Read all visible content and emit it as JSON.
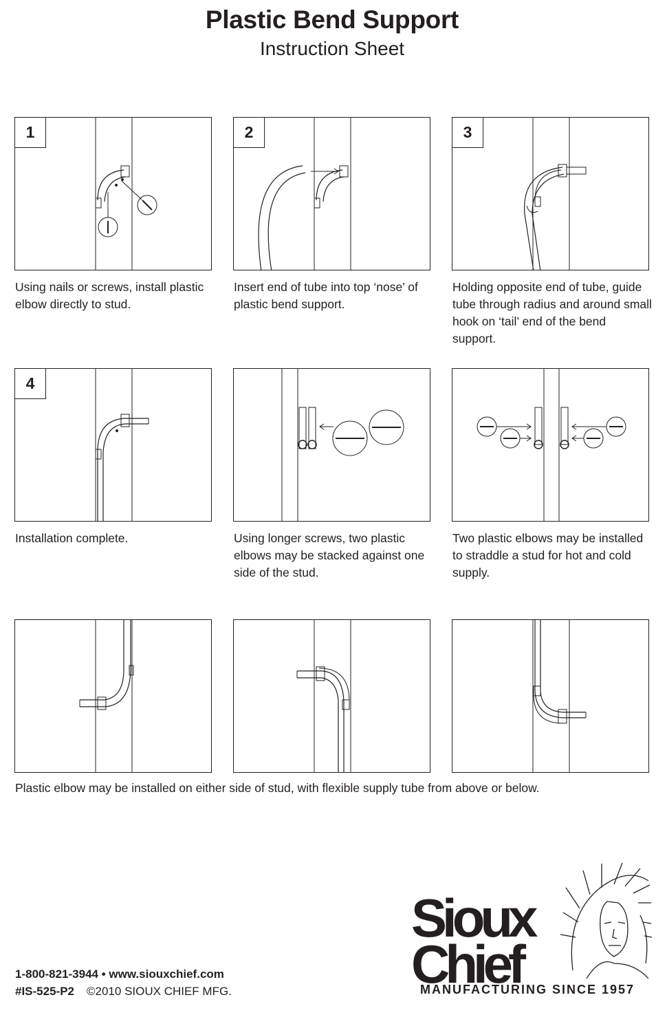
{
  "header": {
    "title": "Plastic Bend Support",
    "subtitle": "Instruction Sheet"
  },
  "steps": [
    {
      "number": "1",
      "caption": "Using nails or screws, install plastic elbow directly to stud."
    },
    {
      "number": "2",
      "caption": "Insert end of tube into top ‘nose’ of plastic bend support."
    },
    {
      "number": "3",
      "caption": "Holding opposite end of tube, guide tube through radius and around small hook on ‘tail’ end of the bend support."
    },
    {
      "number": "4",
      "caption": "Installation complete."
    },
    {
      "number": "",
      "caption": "Using longer screws, two plastic elbows may be stacked against one side of the stud."
    },
    {
      "number": "",
      "caption": "Two plastic elbows may be installed to straddle a stud for hot and cold supply."
    }
  ],
  "bottom_caption": "Plastic elbow may be installed on either side of stud, with flexible supply tube from above or below.",
  "footer": {
    "phone_web": "1-800-821-3944 • www.siouxchief.com",
    "part_number": "#IS-525-P2",
    "copyright": "©2010 SIOUX CHIEF MFG."
  },
  "logo": {
    "line1": "Sioux",
    "line2": "Chief",
    "tagline": "MANUFACTURING SINCE 1957"
  },
  "colors": {
    "ink": "#231f20",
    "background": "#ffffff"
  }
}
